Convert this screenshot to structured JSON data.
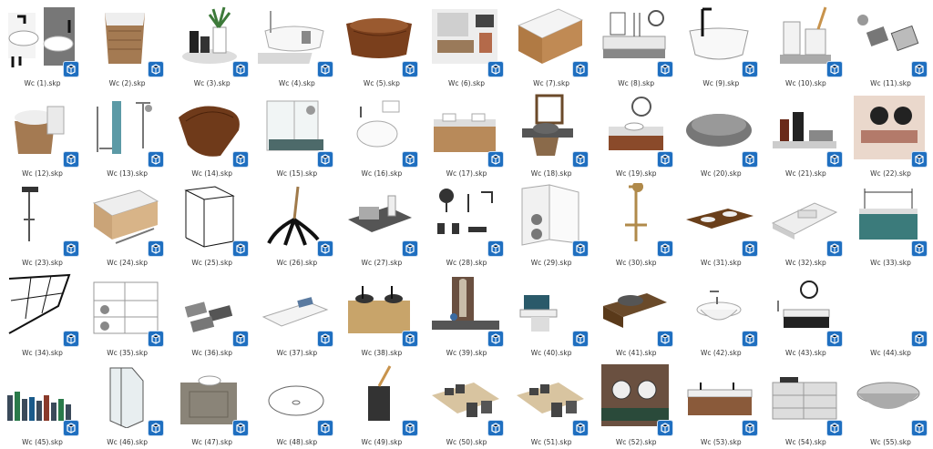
{
  "page": {
    "background": "#ffffff"
  },
  "icons": {
    "badge": "sketchup-file-icon",
    "badge_color": "#1f6fc0"
  },
  "files": [
    {
      "label": "Wc (1).skp",
      "thumb": "wall-sink-with-faucets"
    },
    {
      "label": "Wc (2).skp",
      "thumb": "wicker-laundry-basket"
    },
    {
      "label": "Wc (3).skp",
      "thumb": "tray-with-plant-and-bottles"
    },
    {
      "label": "Wc (4).skp",
      "thumb": "freestanding-bathtub-with-mat"
    },
    {
      "label": "Wc (5).skp",
      "thumb": "wooden-bathtub"
    },
    {
      "label": "Wc (6).skp",
      "thumb": "bathroom-scene-with-vanity"
    },
    {
      "label": "Wc (7).skp",
      "thumb": "double-sink-vanity"
    },
    {
      "label": "Wc (8).skp",
      "thumb": "vanity-set-with-mirrors"
    },
    {
      "label": "Wc (9).skp",
      "thumb": "freestanding-tub-with-faucet"
    },
    {
      "label": "Wc (10).skp",
      "thumb": "bath-accessory-set"
    },
    {
      "label": "Wc (11).skp",
      "thumb": "bath-mats-and-shower-head"
    },
    {
      "label": "Wc (12).skp",
      "thumb": "basket-with-towels"
    },
    {
      "label": "Wc (13).skp",
      "thumb": "shower-column-set"
    },
    {
      "label": "Wc (14).skp",
      "thumb": "rattan-bathtub"
    },
    {
      "label": "Wc (15).skp",
      "thumb": "shower-enclosure"
    },
    {
      "label": "Wc (16).skp",
      "thumb": "wall-hung-toilet"
    },
    {
      "label": "Wc (17).skp",
      "thumb": "wooden-vanity-with-basins"
    },
    {
      "label": "Wc (18).skp",
      "thumb": "vessel-sink-with-mirror"
    },
    {
      "label": "Wc (19).skp",
      "thumb": "vanity-with-round-mirror"
    },
    {
      "label": "Wc (20).skp",
      "thumb": "stone-basin"
    },
    {
      "label": "Wc (21).skp",
      "thumb": "shelf-with-bottles-and-towels"
    },
    {
      "label": "Wc (22).skp",
      "thumb": "bathroom-with-round-mirrors"
    },
    {
      "label": "Wc (23).skp",
      "thumb": "rain-shower-column"
    },
    {
      "label": "Wc (24).skp",
      "thumb": "marble-double-vanity"
    },
    {
      "label": "Wc (25).skp",
      "thumb": "glass-shower-cabin"
    },
    {
      "label": "Wc (26).skp",
      "thumb": "mop"
    },
    {
      "label": "Wc (27).skp",
      "thumb": "tray-with-towels-and-bottles"
    },
    {
      "label": "Wc (28).skp",
      "thumb": "shower-fixtures-set"
    },
    {
      "label": "Wc (29).skp",
      "thumb": "laundry-room-corner"
    },
    {
      "label": "Wc (30).skp",
      "thumb": "brass-shower-column"
    },
    {
      "label": "Wc (31).skp",
      "thumb": "wooden-countertop-with-basins"
    },
    {
      "label": "Wc (32).skp",
      "thumb": "marble-sink-slab"
    },
    {
      "label": "Wc (33).skp",
      "thumb": "teal-vanity-with-shelf"
    },
    {
      "label": "Wc (34).skp",
      "thumb": "black-frame-shower-screen"
    },
    {
      "label": "Wc (35).skp",
      "thumb": "laundry-shelving-unit"
    },
    {
      "label": "Wc (36).skp",
      "thumb": "folded-towels"
    },
    {
      "label": "Wc (37).skp",
      "thumb": "washbasin-with-towel"
    },
    {
      "label": "Wc (38).skp",
      "thumb": "wooden-vanity-with-two-bowls"
    },
    {
      "label": "Wc (39).skp",
      "thumb": "arched-mirror-bathroom"
    },
    {
      "label": "Wc (40).skp",
      "thumb": "small-sink-unit"
    },
    {
      "label": "Wc (41).skp",
      "thumb": "wooden-vanity-with-stone-bowl"
    },
    {
      "label": "Wc (42).skp",
      "thumb": "pedestal-sink"
    },
    {
      "label": "Wc (43).skp",
      "thumb": "vanity-with-round-mirror-black"
    },
    {
      "label": "Wc (44).skp",
      "thumb": "empty"
    },
    {
      "label": "Wc (45).skp",
      "thumb": "bottles-collection"
    },
    {
      "label": "Wc (46).skp",
      "thumb": "corner-shower-enclosure"
    },
    {
      "label": "Wc (47).skp",
      "thumb": "concrete-vanity"
    },
    {
      "label": "Wc (48).skp",
      "thumb": "oval-basin-outline"
    },
    {
      "label": "Wc (49).skp",
      "thumb": "toothbrush-cup"
    },
    {
      "label": "Wc (50).skp",
      "thumb": "tray-with-accessories"
    },
    {
      "label": "Wc (51).skp",
      "thumb": "tray-with-accessories"
    },
    {
      "label": "Wc (52).skp",
      "thumb": "wall-with-round-mirrors"
    },
    {
      "label": "Wc (53).skp",
      "thumb": "double-vanity-wood"
    },
    {
      "label": "Wc (54).skp",
      "thumb": "vanity-with-drawers"
    },
    {
      "label": "Wc (55).skp",
      "thumb": "stone-bowl"
    }
  ]
}
